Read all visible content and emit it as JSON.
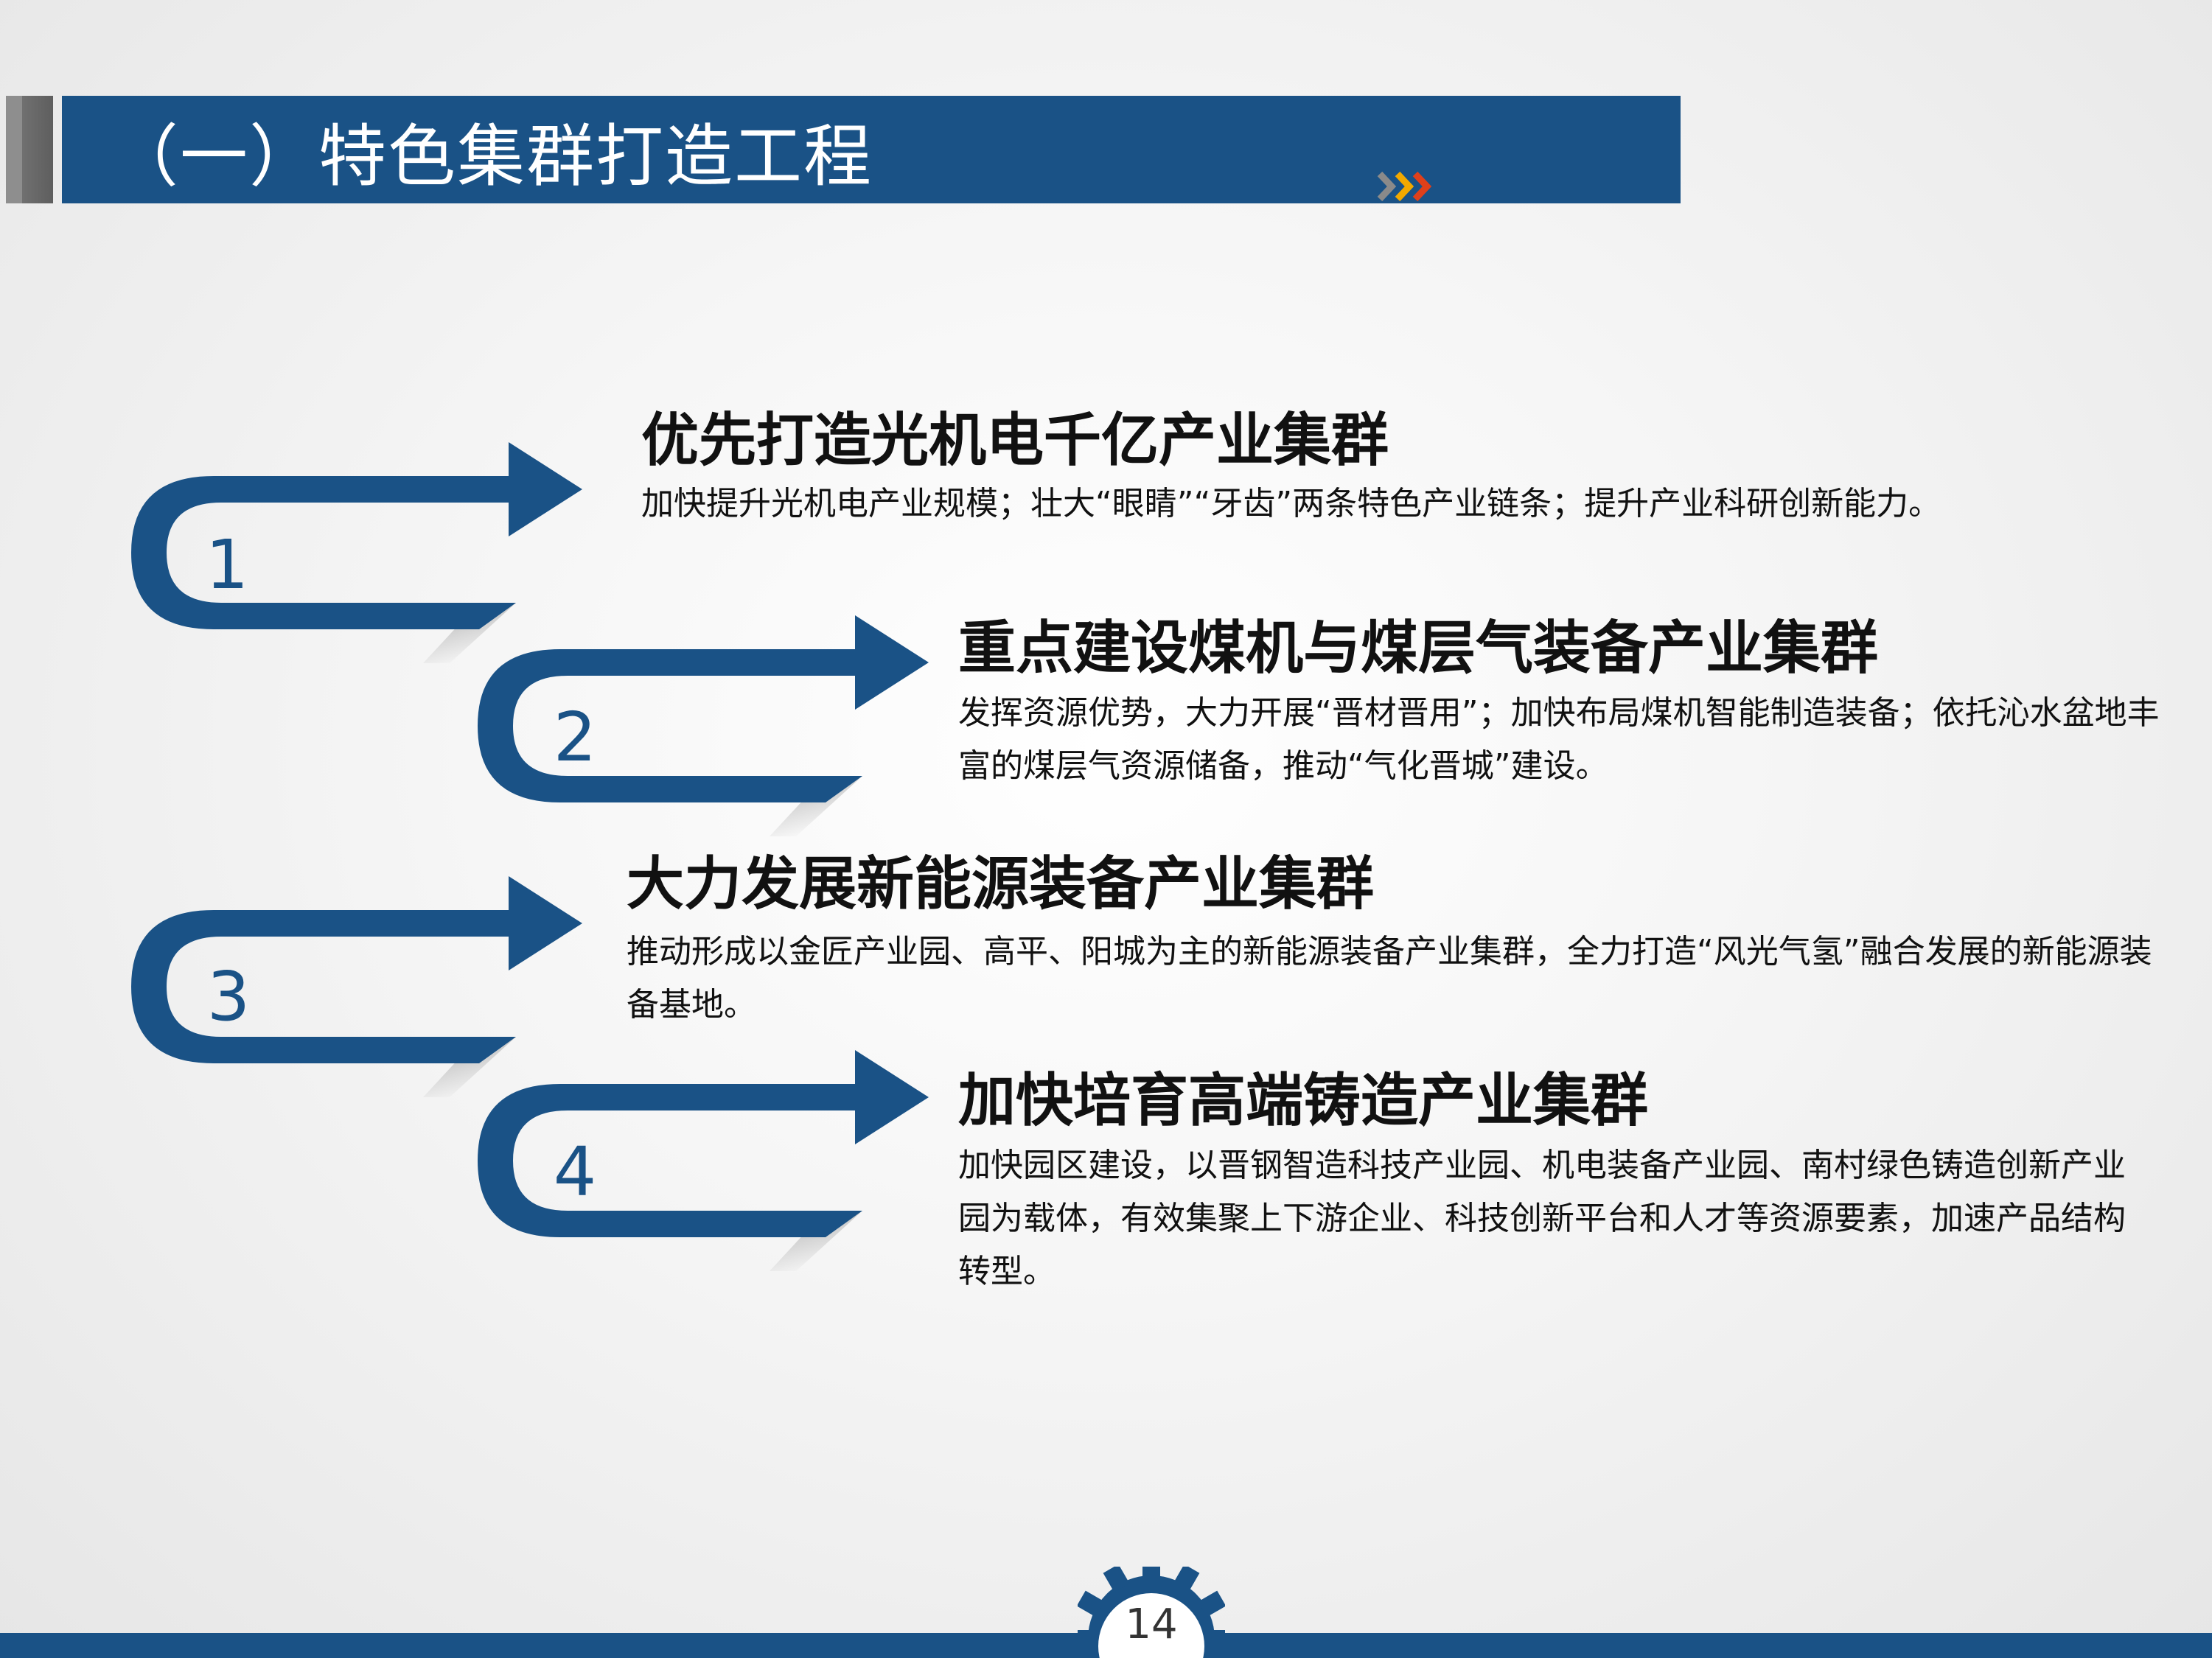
{
  "header": {
    "title": "（一）特色集群打造工程"
  },
  "items": [
    {
      "number": "1",
      "title": "优先打造光机电千亿产业集群",
      "description": "加快提升光机电产业规模；壮大“眼睛”“牙齿”两条特色产业链条；提升产业科研创新能力。"
    },
    {
      "number": "2",
      "title": "重点建设煤机与煤层气装备产业集群",
      "description": "发挥资源优势，大力开展“晋材晋用”；加快布局煤机智能制造装备；依托沁水盆地丰富的煤层气资源储备，推动“气化晋城”建设。"
    },
    {
      "number": "3",
      "title": "大力发展新能源装备产业集群",
      "description": "推动形成以金匠产业园、高平、阳城为主的新能源装备产业集群，全力打造“风光气氢”融合发展的新能源装备基地。"
    },
    {
      "number": "4",
      "title": "加快培育高端铸造产业集群",
      "description": "加快园区建设，以晋钢智造科技产业园、机电装备产业园、南村绿色铸造创新产业园为载体，有效集聚上下游企业、科技创新平台和人才等资源要素，加速产品结构转型。"
    }
  ],
  "footer": {
    "page_number": "14"
  },
  "colors": {
    "brand_blue": "#1a5286",
    "accent_gray": "#6b6b6b",
    "chevron_gray": "#8a8a8a",
    "chevron_yellow": "#f2a900",
    "chevron_red": "#e0401a"
  },
  "icons": [
    "triple-chevron-icon",
    "u-turn-arrow-icon",
    "gear-icon"
  ]
}
